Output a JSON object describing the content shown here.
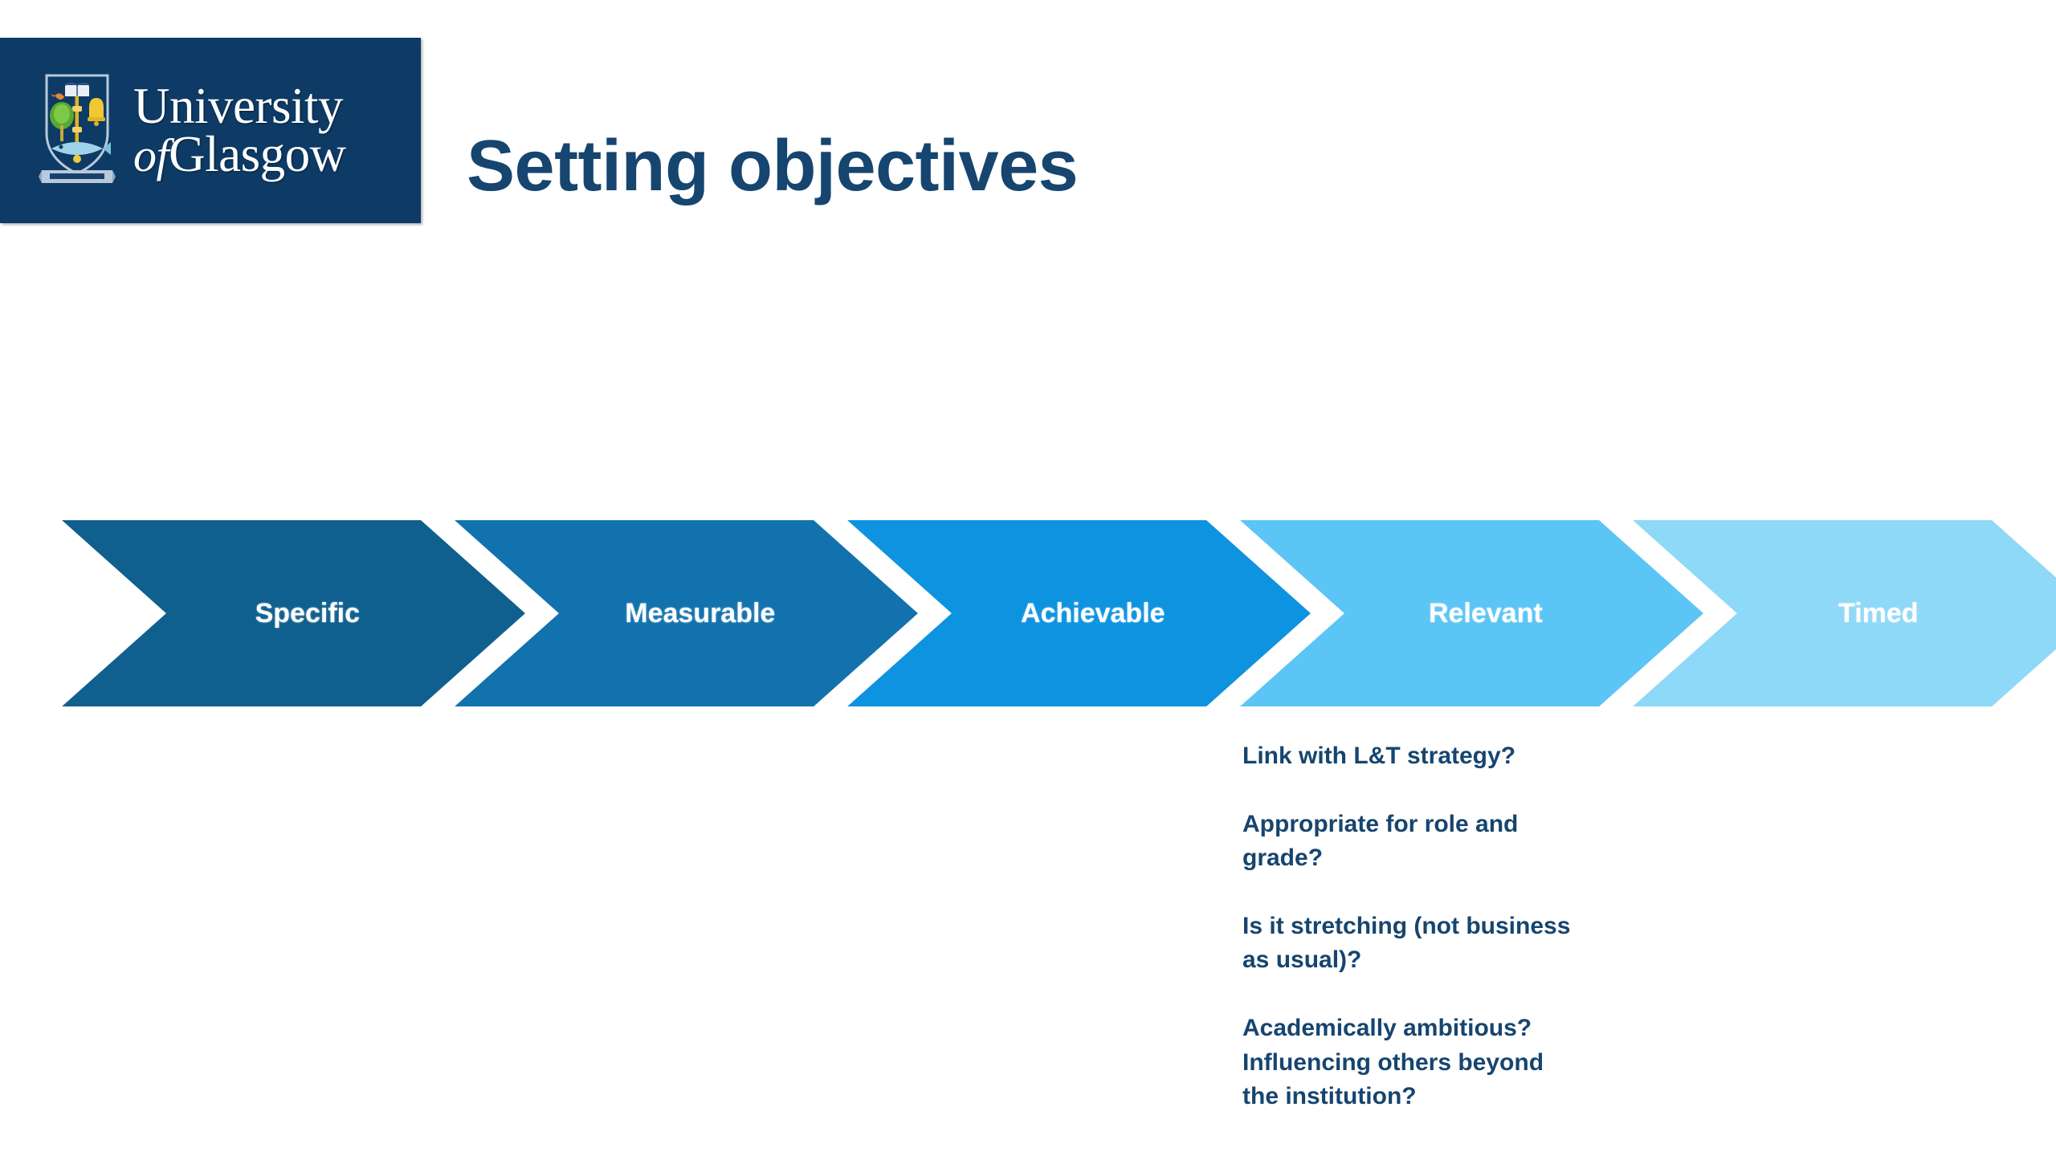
{
  "brand": {
    "logo_line1": "University",
    "logo_of": "of",
    "logo_line2": "Glasgow",
    "bar_color": "#0d3b66",
    "title_color": "#16456f"
  },
  "header": {
    "title": "Setting objectives"
  },
  "smart_steps": [
    {
      "label": "Specific",
      "color": "#10608f"
    },
    {
      "label": "Measurable",
      "color": "#1272ad"
    },
    {
      "label": "Achievable",
      "color": "#0d93e0"
    },
    {
      "label": "Relevant",
      "color": "#5bc5f5"
    },
    {
      "label": "Timed",
      "color": "#8ed8f8"
    }
  ],
  "relevant_notes": [
    "Link with L&T strategy?",
    "Appropriate for role and grade?",
    "Is it stretching (not business as usual)?",
    "Academically ambitious? Influencing others beyond the institution?"
  ]
}
